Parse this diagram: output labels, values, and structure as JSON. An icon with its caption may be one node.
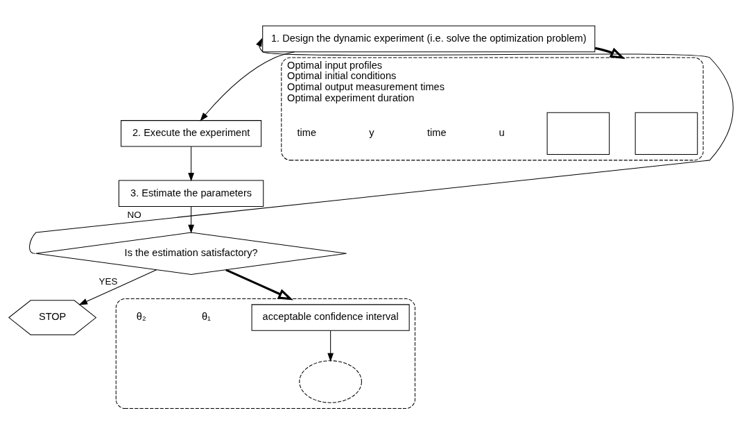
{
  "diagram": {
    "nodes": [
      {
        "text": [
          "1. Design the dynamic experiment (i.e. solve the optimization problem)"
        ]
      },
      {
        "text": [
          "2. Execute the experiment"
        ]
      },
      {
        "text": [
          "3. Estimate the parameters"
        ]
      },
      {
        "text": [
          "Is the estimation satisfactory?"
        ]
      },
      {
        "text": [
          "STOP"
        ]
      },
      {
        "text": [
          "Optimal input profiles",
          "Optimal initial conditions",
          "Optimal output measurement times",
          "Optimal experiment duration"
        ]
      },
      {
        "text": [],
        "shape": "box",
        "in": 5
      },
      {
        "text": [],
        "shape": "box",
        "in": 5
      },
      {
        "text": [],
        "shape": "box"
      },
      {
        "text": [
          "acceptable confidence interval"
        ],
        "in": 8
      },
      {
        "text": [],
        "shape": "ellipse",
        "in": 8
      }
    ],
    "edges": [
      {
        "from": 0,
        "to": 1,
        "arrow": "to"
      },
      {
        "from": 1,
        "to": 2,
        "arrow": "to"
      },
      {
        "from": 2,
        "to": 3,
        "arrow": "to"
      },
      {
        "from": 3,
        "to": 4,
        "arrow": "to",
        "label": "YES"
      },
      {
        "from": 3,
        "to": 0,
        "arrow": "to",
        "label": "NO"
      },
      {
        "from": 0,
        "to": 5,
        "arrow": "to",
        "style": "thick"
      },
      {
        "from": 3,
        "to": 8,
        "arrow": "to",
        "style": "thick"
      },
      {
        "from": 9,
        "to": 10,
        "arrow": "to"
      }
    ],
    "labels": [
      "u",
      "time",
      "y",
      "time",
      "θ₁",
      "θ₂"
    ]
  }
}
